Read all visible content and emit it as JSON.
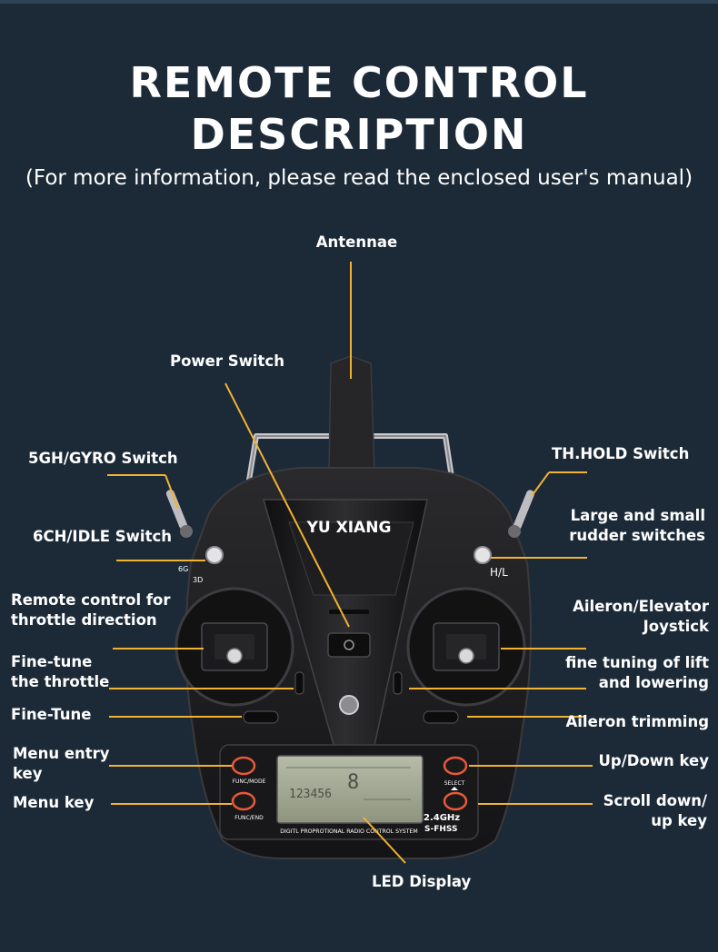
{
  "title": {
    "line1": "REMOTE CONTROL",
    "line2": "DESCRIPTION"
  },
  "subtitle": "(For more information, please read the enclosed user's manual)",
  "colors": {
    "background": "#1c2a38",
    "callout_line": "#f2b233",
    "device_body": "#1d1d1f",
    "button_ring": "#e8593a"
  },
  "device": {
    "brand": "YU XIANG",
    "switch_left_mark_a": "6G",
    "switch_left_mark_b": "3D",
    "switch_right_mark": "H/L",
    "btn_func_mode": "FUNC/MODE",
    "btn_func_end": "FUNC/END",
    "btn_select": "SELECT",
    "lcd_digits": "123456",
    "lcd_big": "8",
    "band": "2.4GHz",
    "protocol": "S-FHSS",
    "footer": "DIGITL PROPROTIONAL RADIO CONTROL SYSTEM"
  },
  "labels": {
    "antennae": "Antennae",
    "power_switch": "Power Switch",
    "gyro_switch": "5GH/GYRO Switch",
    "th_hold": "TH.HOLD Switch",
    "idle_switch": "6CH/IDLE Switch",
    "rudder_l1": "Large and small",
    "rudder_l2": "rudder switches",
    "throttle_l1": "Remote control for",
    "throttle_l2": "throttle direction",
    "aileron_l1": "Aileron/Elevator",
    "aileron_l2": "Joystick",
    "finetune_thr_l1": "Fine-tune",
    "finetune_thr_l2": "the throttle",
    "lift_l1": "fine tuning of lift",
    "lift_l2": "and lowering",
    "fine_tune": "Fine-Tune",
    "aileron_trim": "Aileron trimming",
    "menu_entry_l1": "Menu entry",
    "menu_entry_l2": "key",
    "updown": "Up/Down key",
    "menu_key": "Menu key",
    "scroll_l1": "Scroll down/",
    "scroll_l2": "up key",
    "led_display": "LED Display"
  }
}
